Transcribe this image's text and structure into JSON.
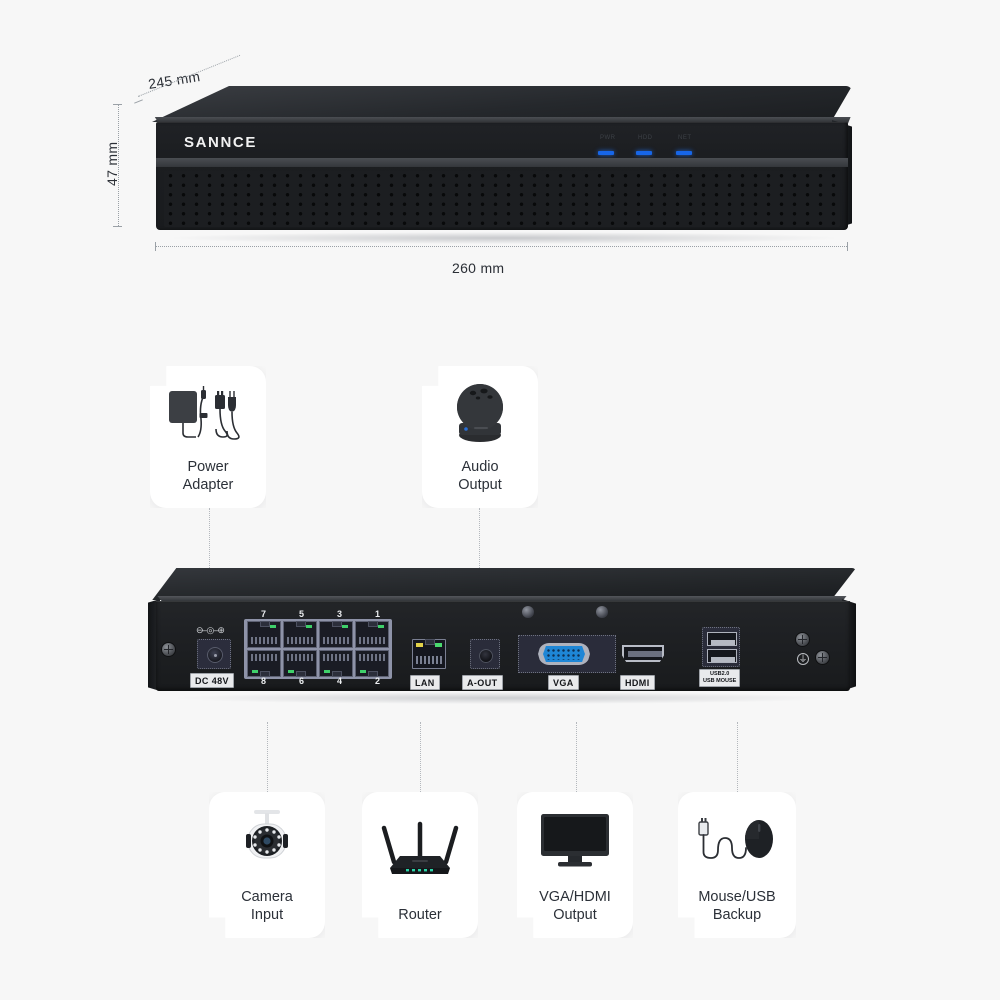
{
  "page": {
    "background": "#f7f7f7",
    "brand": "SANNCE"
  },
  "dimensions": {
    "depth": "245 mm",
    "height": "47 mm",
    "width": "260 mm"
  },
  "front_panel": {
    "logo": "SANNCE",
    "leds": [
      {
        "name": "PWR"
      },
      {
        "name": "HDD"
      },
      {
        "name": "NET"
      }
    ]
  },
  "rear_panel": {
    "power": {
      "label": "DC 48V"
    },
    "poe_ports": {
      "top_numbers": [
        "7",
        "5",
        "3",
        "1"
      ],
      "bottom_numbers": [
        "8",
        "6",
        "4",
        "2"
      ]
    },
    "ports": [
      {
        "label": "LAN"
      },
      {
        "label": "A-OUT"
      },
      {
        "label": "VGA"
      },
      {
        "label": "HDMI"
      }
    ],
    "usb": {
      "line1": "USB2.0",
      "line2": "USB MOUSE"
    }
  },
  "callouts_top": [
    {
      "id": "power-adapter",
      "caption": "Power\nAdapter",
      "icon": "power-adapter-icon"
    },
    {
      "id": "audio-output",
      "caption": "Audio\nOutput",
      "icon": "speaker-icon"
    }
  ],
  "callouts_bottom": [
    {
      "id": "camera-input",
      "caption": "Camera\nInput",
      "icon": "bullet-camera-icon"
    },
    {
      "id": "router",
      "caption": "Router",
      "icon": "router-icon"
    },
    {
      "id": "vga-hdmi-output",
      "caption": "VGA/HDMI\nOutput",
      "icon": "monitor-icon"
    },
    {
      "id": "mouse-usb-backup",
      "caption": "Mouse/USB\nBackup",
      "icon": "mouse-usb-icon"
    }
  ]
}
